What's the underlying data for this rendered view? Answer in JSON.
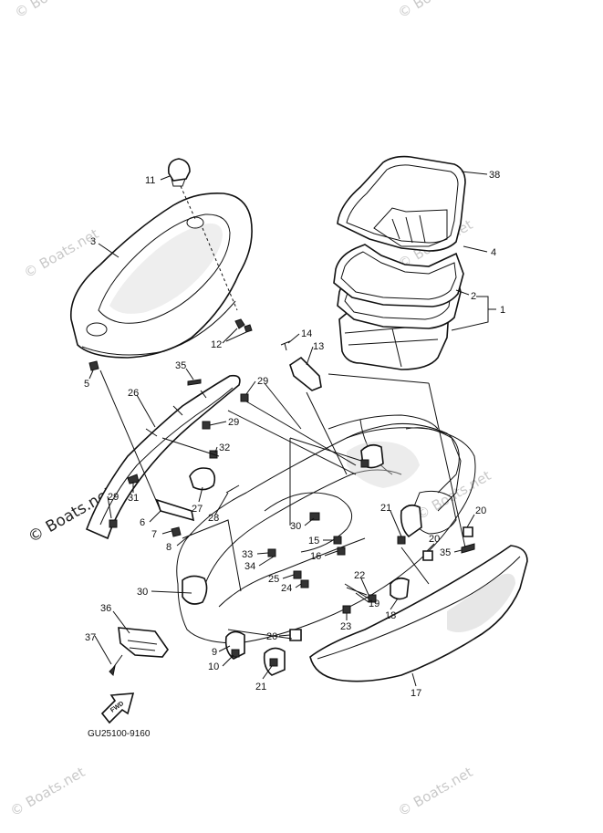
{
  "watermark": "© Boats.net",
  "diagram_code": "GU25100-9160",
  "fwd_label": "FWD",
  "callouts": {
    "c1": "1",
    "c2": "2",
    "c3": "3",
    "c4": "4",
    "c5": "5",
    "c6": "6",
    "c7": "7",
    "c8": "8",
    "c9": "9",
    "c10": "10",
    "c11": "11",
    "c12": "12",
    "c13": "13",
    "c14": "14",
    "c15": "15",
    "c16": "16",
    "c17": "17",
    "c18": "18",
    "c19": "19",
    "c20a": "20",
    "c20b": "20",
    "c20c": "20",
    "c21a": "21",
    "c21b": "21",
    "c22": "22",
    "c23": "23",
    "c24": "24",
    "c25": "25",
    "c26": "26",
    "c27": "27",
    "c28": "28",
    "c29a": "29",
    "c29b": "29",
    "c29c": "29",
    "c30a": "30",
    "c30b": "30",
    "c31": "31",
    "c32": "32",
    "c33": "33",
    "c34": "34",
    "c35a": "35",
    "c35b": "35",
    "c36": "36",
    "c37": "37",
    "c38": "38"
  }
}
